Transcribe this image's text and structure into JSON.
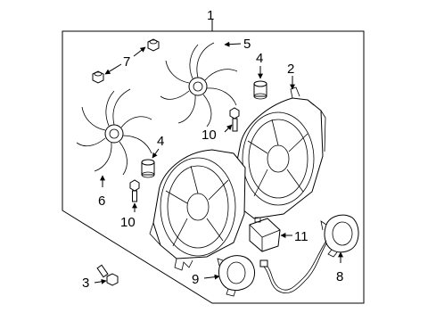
{
  "callouts": {
    "c1": "1",
    "c2": "2",
    "c3": "3",
    "c4a": "4",
    "c4b": "4",
    "c5": "5",
    "c6": "6",
    "c7": "7",
    "c8": "8",
    "c9": "9",
    "c10a": "10",
    "c10b": "10",
    "c11": "11"
  }
}
